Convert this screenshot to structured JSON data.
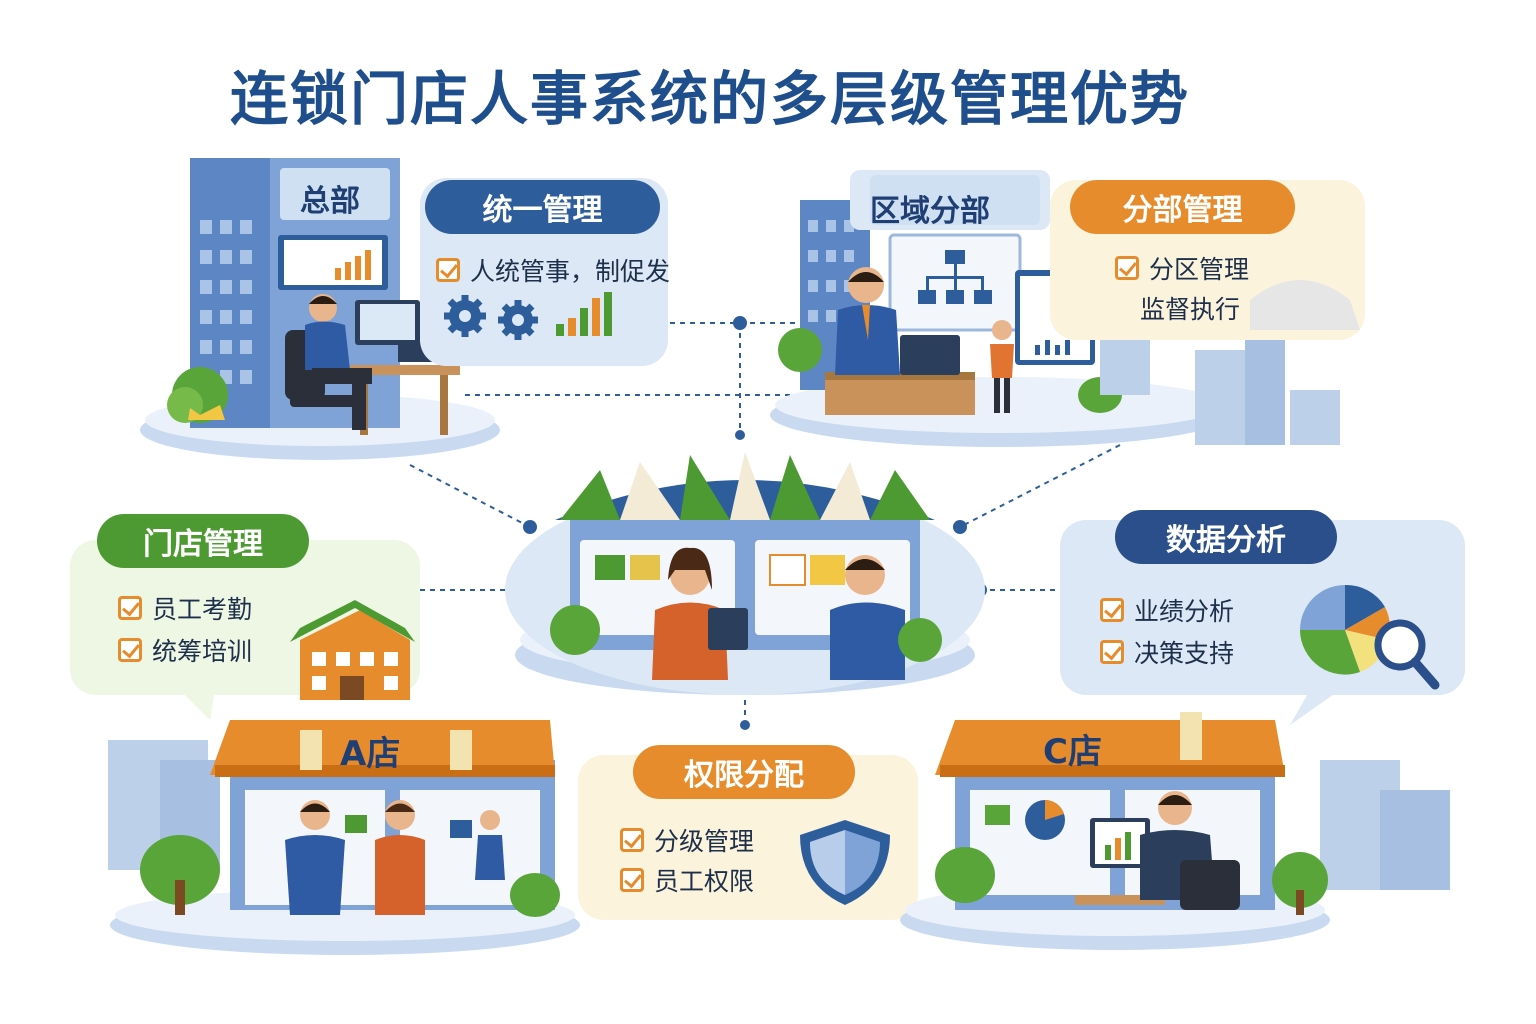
{
  "title": "连锁门店人事系统的多层级管理优势",
  "headquarters": {
    "building_label": "总部",
    "pill": "统一管理",
    "items": [
      "人统管事，制促发"
    ]
  },
  "region": {
    "building_label": "区域分部",
    "pill": "分部管理",
    "items": [
      "分区管理",
      "监督执行"
    ]
  },
  "store_mgmt": {
    "pill": "门店管理",
    "items": [
      "员工考勤",
      "统筹培训"
    ]
  },
  "data_analysis": {
    "pill": "数据分析",
    "items": [
      "业绩分析",
      "决策支持"
    ]
  },
  "security": {
    "pill": "权限分配",
    "items": [
      "分级管理",
      "员工权限"
    ]
  },
  "stores": {
    "a_label": "A店",
    "c_label": "C店"
  },
  "colors": {
    "primary_blue": "#2d5d9b",
    "orange": "#e68c2c",
    "green": "#4e9a32",
    "light_blue": "#dce8f5",
    "light_cream": "#fbf3dc"
  },
  "icons": [
    "gear-icon",
    "bar-chart-icon",
    "org-chart-icon",
    "house-icon",
    "pie-chart-icon",
    "magnifier-icon",
    "shield-icon",
    "laptop-icon",
    "clipboard-icon"
  ]
}
